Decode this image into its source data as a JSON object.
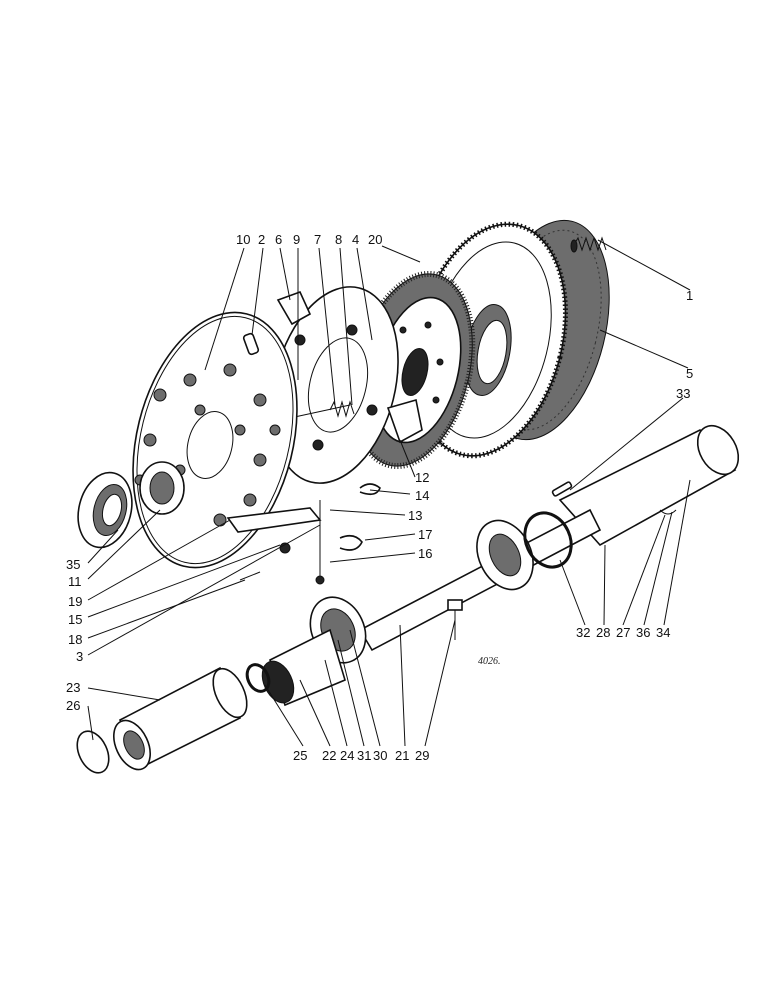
{
  "diagram": {
    "reference_code": "4026.",
    "labels": [
      {
        "id": "l10",
        "text": "10"
      },
      {
        "id": "l2",
        "text": "2"
      },
      {
        "id": "l6",
        "text": "6"
      },
      {
        "id": "l9",
        "text": "9"
      },
      {
        "id": "l7",
        "text": "7"
      },
      {
        "id": "l8",
        "text": "8"
      },
      {
        "id": "l4",
        "text": "4"
      },
      {
        "id": "l20",
        "text": "20"
      },
      {
        "id": "l1",
        "text": "1"
      },
      {
        "id": "l5",
        "text": "5"
      },
      {
        "id": "l33",
        "text": "33"
      },
      {
        "id": "l12",
        "text": "12"
      },
      {
        "id": "l14",
        "text": "14"
      },
      {
        "id": "l13",
        "text": "13"
      },
      {
        "id": "l17",
        "text": "17"
      },
      {
        "id": "l16",
        "text": "16"
      },
      {
        "id": "l35",
        "text": "35"
      },
      {
        "id": "l11",
        "text": "11"
      },
      {
        "id": "l19",
        "text": "19"
      },
      {
        "id": "l15",
        "text": "15"
      },
      {
        "id": "l18",
        "text": "18"
      },
      {
        "id": "l3",
        "text": "3"
      },
      {
        "id": "l23",
        "text": "23"
      },
      {
        "id": "l26",
        "text": "26"
      },
      {
        "id": "l25",
        "text": "25"
      },
      {
        "id": "l22",
        "text": "22"
      },
      {
        "id": "l24",
        "text": "24"
      },
      {
        "id": "l31",
        "text": "31"
      },
      {
        "id": "l30",
        "text": "30"
      },
      {
        "id": "l21",
        "text": "21"
      },
      {
        "id": "l29",
        "text": "29"
      },
      {
        "id": "l32",
        "text": "32"
      },
      {
        "id": "l28",
        "text": "28"
      },
      {
        "id": "l27",
        "text": "27"
      },
      {
        "id": "l36",
        "text": "36"
      },
      {
        "id": "l34",
        "text": "34"
      }
    ]
  }
}
